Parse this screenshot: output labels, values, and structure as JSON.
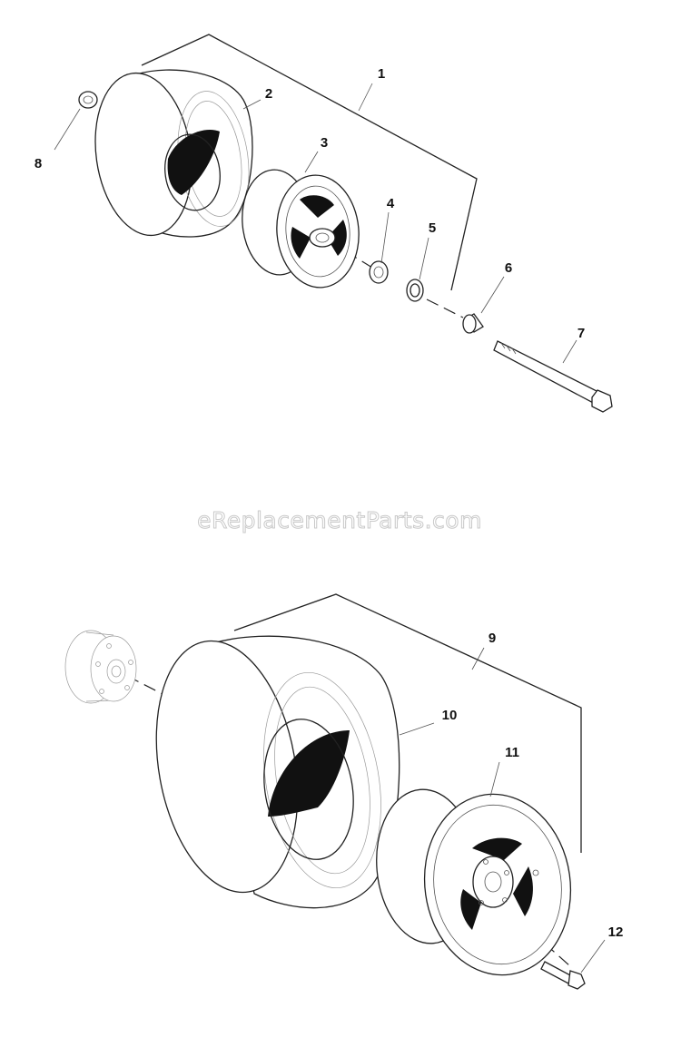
{
  "watermark": "eReplacementParts.com",
  "callouts": {
    "c1": "1",
    "c2": "2",
    "c3": "3",
    "c4": "4",
    "c5": "5",
    "c6": "6",
    "c7": "7",
    "c8": "8",
    "c9": "9",
    "c10": "10",
    "c11": "11",
    "c12": "12"
  }
}
